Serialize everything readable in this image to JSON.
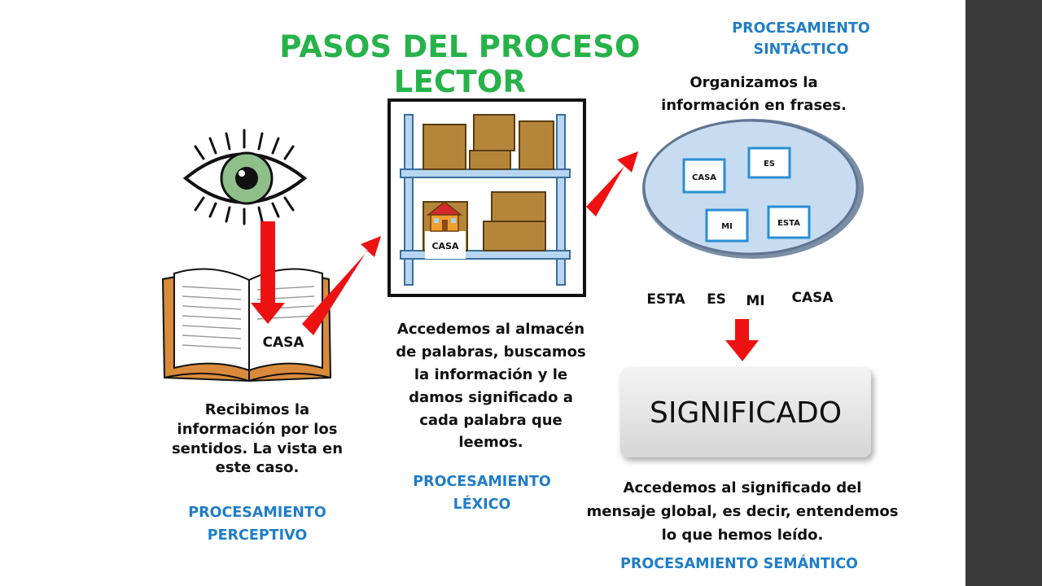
{
  "title": "PASOS DEL PROCESO LECTOR",
  "perceptual": {
    "book_word": "CASA",
    "description": [
      "Recibimos la",
      "información por los",
      "sentidos. La vista en",
      "este caso."
    ],
    "label": [
      "PROCESAMIENTO",
      "PERCEPTIVO"
    ]
  },
  "lexical": {
    "shelf_tag": "CASA",
    "description": [
      "Accedemos al almacén",
      "de palabras, buscamos",
      "la información y le",
      "damos significado a",
      "cada palabra que",
      "leemos."
    ],
    "label": [
      "PROCESAMIENTO",
      "LÉXICO"
    ]
  },
  "syntactic": {
    "label": [
      "PROCESAMIENTO",
      "SINTÁCTICO"
    ],
    "description": [
      "Organizamos la",
      "información en frases."
    ],
    "bubble_words": [
      "CASA",
      "ES",
      "MI",
      "ESTA"
    ],
    "sentence": [
      "ESTA",
      "ES",
      "MI",
      "CASA"
    ]
  },
  "semantic": {
    "box_text": "SIGNIFICADO",
    "description": [
      "Accedemos al significado del",
      "mensaje global, es decir, entendemos",
      "lo que hemos leído."
    ],
    "label": "PROCESAMIENTO SEMÁNTICO"
  },
  "colors": {
    "title_green": "#27b24a",
    "label_blue": "#1f7dc8",
    "arrow_red": "#ee1111",
    "shelf_blue": "#b7d6f0",
    "box_brown": "#b5853a"
  }
}
